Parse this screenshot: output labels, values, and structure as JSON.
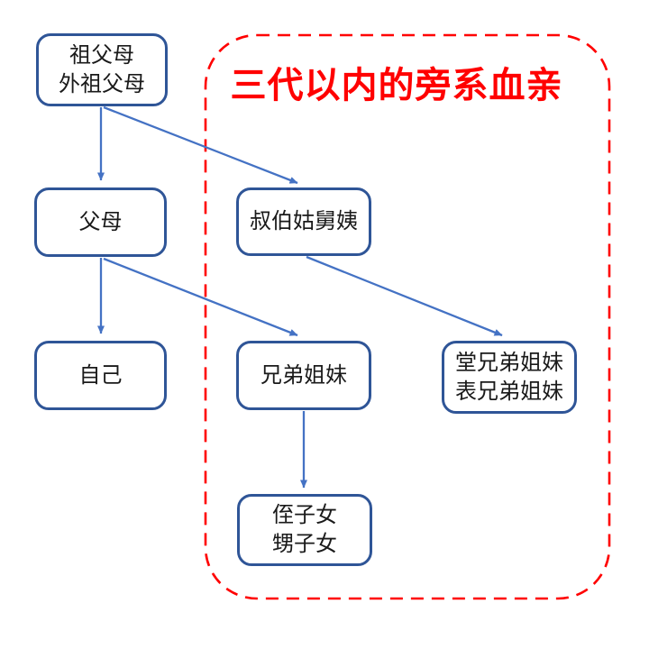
{
  "diagram": {
    "type": "family-tree",
    "title": "三代以内的旁系血亲",
    "nodes": {
      "grandparents": {
        "lines": [
          "祖父母",
          "外祖父母"
        ]
      },
      "parents": {
        "lines": [
          "父母"
        ]
      },
      "uncles_aunts": {
        "lines": [
          "叔伯姑舅姨"
        ]
      },
      "self": {
        "lines": [
          "自己"
        ]
      },
      "siblings": {
        "lines": [
          "兄弟姐妹"
        ]
      },
      "cousins": {
        "lines": [
          "堂兄弟姐妹",
          "表兄弟姐妹"
        ]
      },
      "nephews_nieces": {
        "lines": [
          "侄子女",
          "甥子女"
        ]
      }
    },
    "edges": [
      {
        "from": "祖父母/外祖父母",
        "to": "父母"
      },
      {
        "from": "祖父母/外祖父母",
        "to": "叔伯姑舅姨"
      },
      {
        "from": "父母",
        "to": "自己"
      },
      {
        "from": "父母",
        "to": "兄弟姐妹"
      },
      {
        "from": "叔伯姑舅姨",
        "to": "堂兄弟姐妹/表兄弟姐妹"
      },
      {
        "from": "兄弟姐妹",
        "to": "侄子女/甥子女"
      }
    ],
    "dashed_region_contains": [
      "叔伯姑舅姨",
      "兄弟姐妹",
      "堂兄弟姐妹/表兄弟姐妹",
      "侄子女/甥子女"
    ],
    "colors": {
      "node_border": "#2F5597",
      "node_text": "#1A1A1A",
      "arrow": "#4472C4",
      "dashed_region": "#FF0000",
      "title": "#FF0000",
      "background": "#FFFFFF"
    }
  }
}
